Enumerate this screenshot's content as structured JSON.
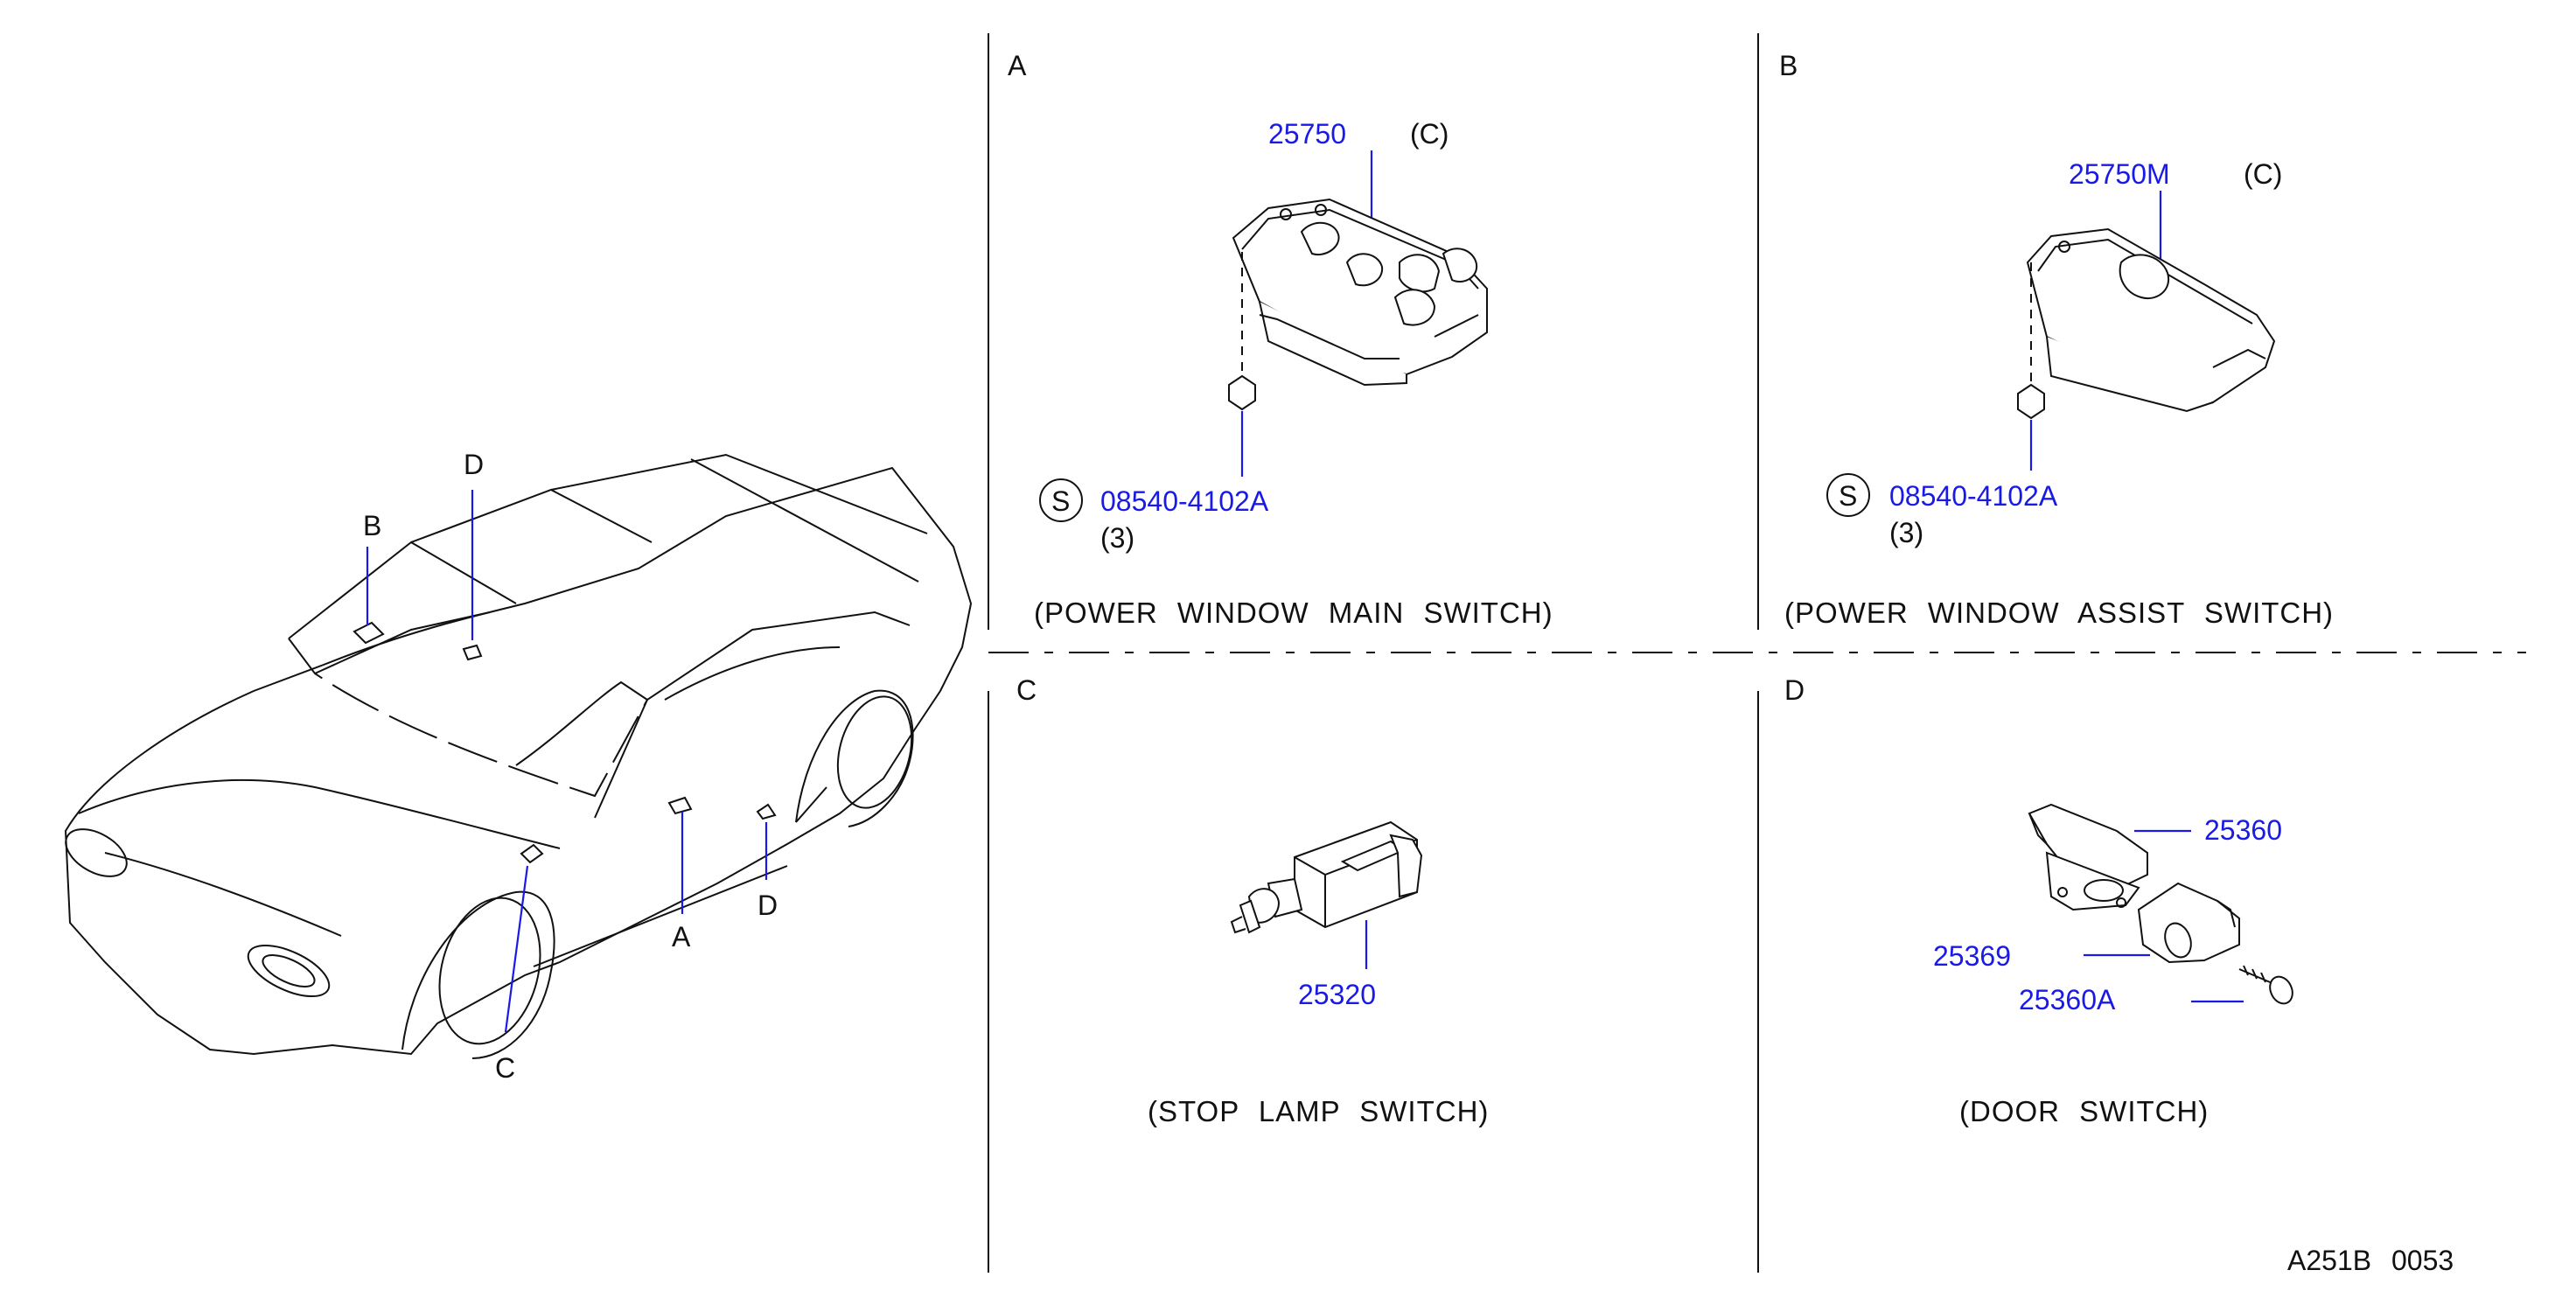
{
  "colors": {
    "line": "#111111",
    "part_number": "#1a1ae6",
    "background": "#ffffff"
  },
  "overview": {
    "callouts": {
      "a": "A",
      "b": "B",
      "c": "C",
      "d_roof": "D",
      "d_door": "D"
    }
  },
  "panel_a": {
    "label": "A",
    "part": "25750",
    "part_note": "(C)",
    "screw_symbol": "S",
    "screw_part": "08540-4102A",
    "screw_qty": "(3)",
    "caption": "(POWER WINDOW MAIN SWITCH)"
  },
  "panel_b": {
    "label": "B",
    "part": "25750M",
    "part_note": "(C)",
    "screw_symbol": "S",
    "screw_part": "08540-4102A",
    "screw_qty": "(3)",
    "caption": "(POWER WINDOW ASSIST SWITCH)"
  },
  "panel_c": {
    "label": "C",
    "part": "25320",
    "caption": "(STOP LAMP SWITCH)"
  },
  "panel_d": {
    "label": "D",
    "parts": [
      "25360",
      "25369",
      "25360A"
    ],
    "caption": "(DOOR SWITCH)"
  },
  "footer": {
    "code": "A251B 0053"
  }
}
